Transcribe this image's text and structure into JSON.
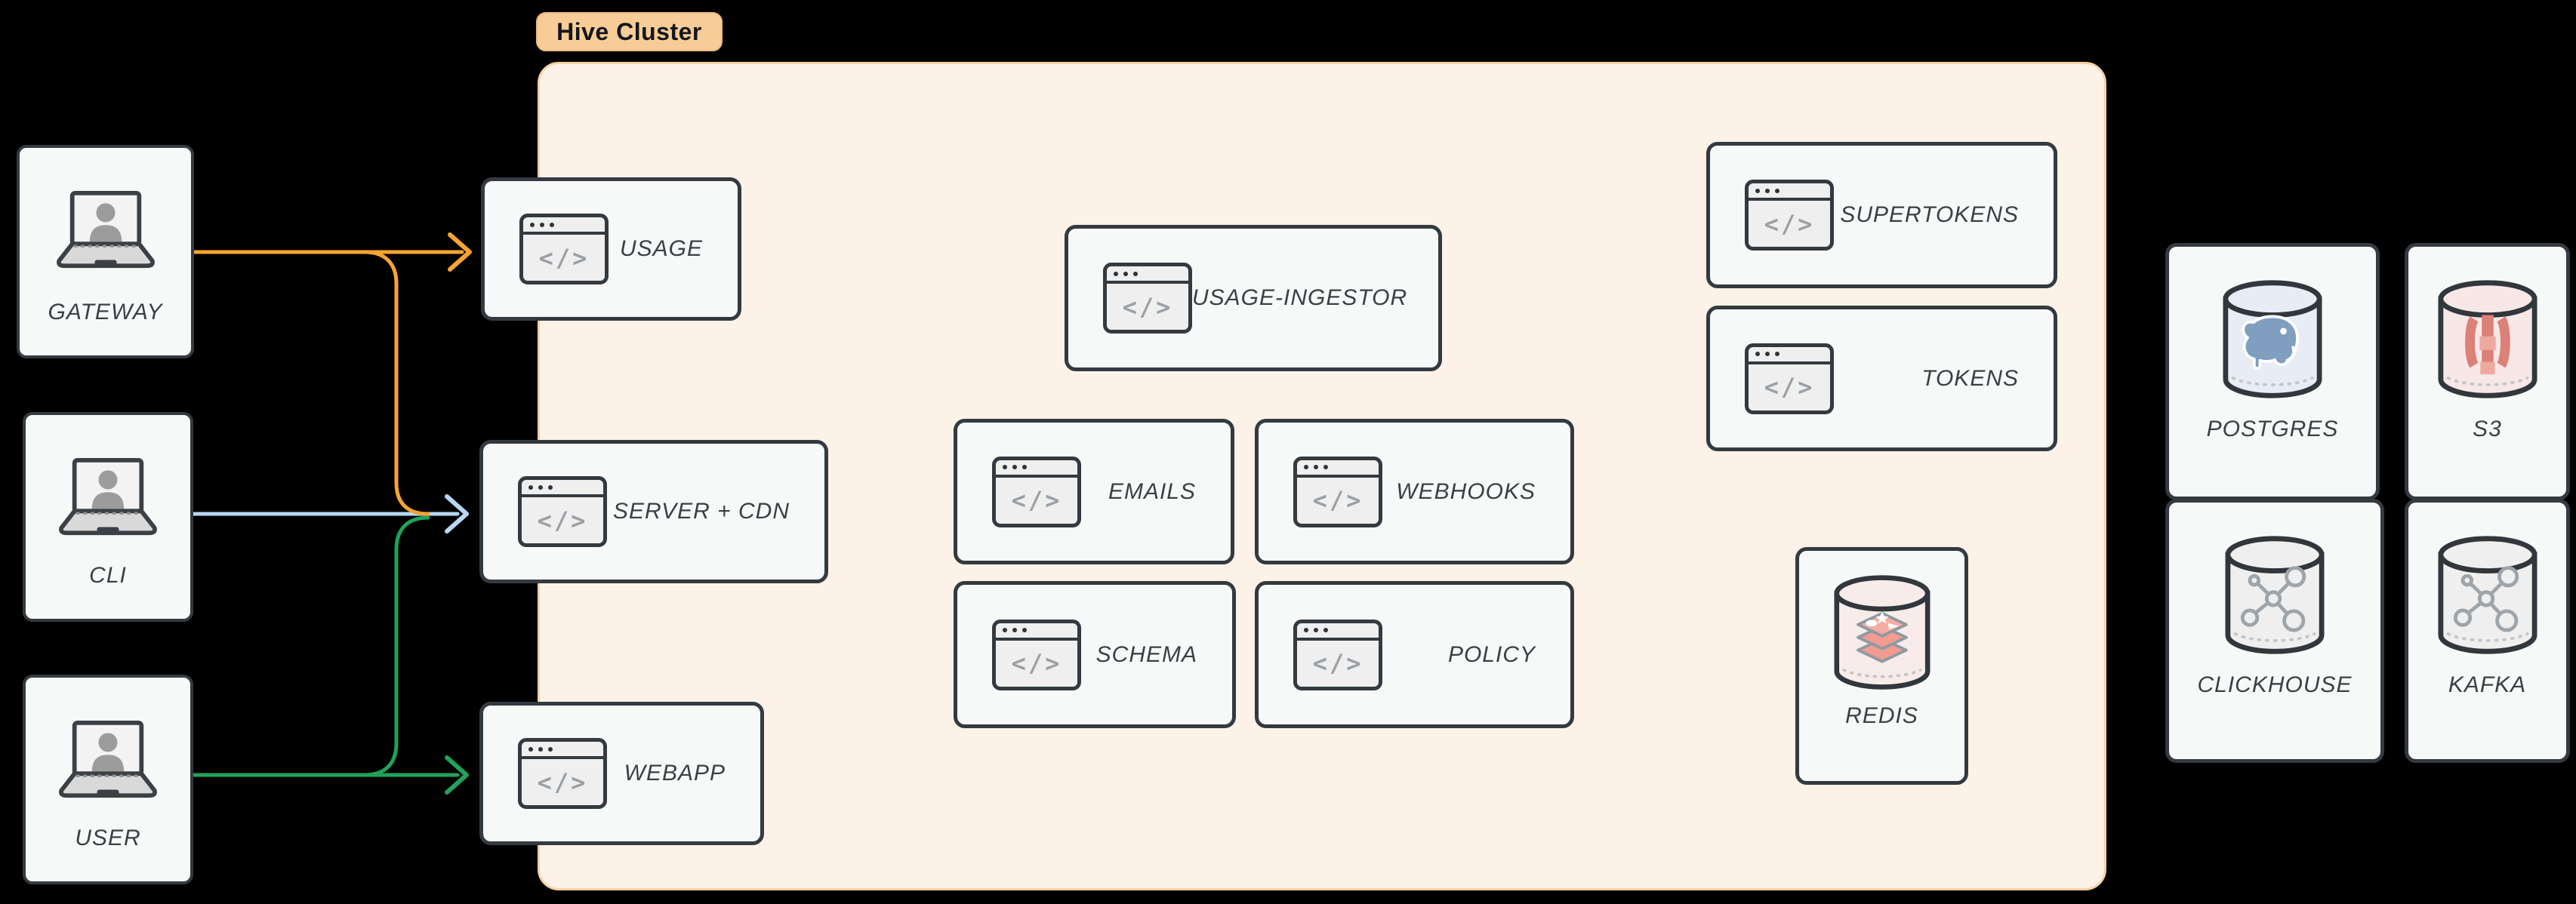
{
  "cluster": {
    "label": "Hive Cluster"
  },
  "actors": {
    "gateway": "GATEWAY",
    "cli": "CLI",
    "user": "USER"
  },
  "services": {
    "usage": "USAGE",
    "server_cdn": "SERVER + CDN",
    "webapp": "WEBAPP",
    "usage_ingestor": "USAGE-INGESTOR",
    "emails": "EMAILS",
    "webhooks": "WEBHOOKS",
    "schema": "SCHEMA",
    "policy": "POLICY",
    "supertokens": "SUPERTOKENS",
    "tokens": "TOKENS",
    "redis": "REDIS"
  },
  "databases": {
    "postgres": "POSTGRES",
    "s3": "S3",
    "clickhouse": "CLICKHOUSE",
    "kafka": "KAFKA"
  },
  "icons": {
    "code_glyph": "</>"
  },
  "edges": [
    {
      "from": "GATEWAY",
      "to": "USAGE",
      "color": "orange"
    },
    {
      "from": "GATEWAY",
      "to": "SERVER + CDN",
      "color": "orange"
    },
    {
      "from": "CLI",
      "to": "SERVER + CDN",
      "color": "blue"
    },
    {
      "from": "USER",
      "to": "SERVER + CDN",
      "color": "green"
    },
    {
      "from": "USER",
      "to": "WEBAPP",
      "color": "green"
    }
  ],
  "colors": {
    "orange": "#F7A432",
    "blue": "#B9D7F3",
    "green": "#1FA35A",
    "cluster_bg": "#FDF2E8",
    "cluster_border": "#F7D2A2",
    "badge_bg": "#F8CC96",
    "badge_text": "#12171C",
    "card_bg": "#F7F9F8",
    "card_border": "#333A40",
    "label": "#3A4045",
    "icon_fill": "#EFEFEF",
    "icon_gray": "#9AA0A5",
    "laptop_base": "#D9D9D9",
    "laptop_screen": "#F3F3F3",
    "person": "#9C9C9C",
    "pg_fill": "#E7ECF5",
    "pg_logo": "#7F9EC0",
    "s3_fill": "#F7E7E7",
    "s3_logo": "#DC8078",
    "s3_logo_light": "#EDAAA1",
    "redis_fill": "#F8ECEB",
    "redis_logo": "#F29B90",
    "redis_logo_light": "#F5ACA3",
    "graph_fill": "#EFEFEF",
    "graph_stroke": "#9EA5AA"
  }
}
